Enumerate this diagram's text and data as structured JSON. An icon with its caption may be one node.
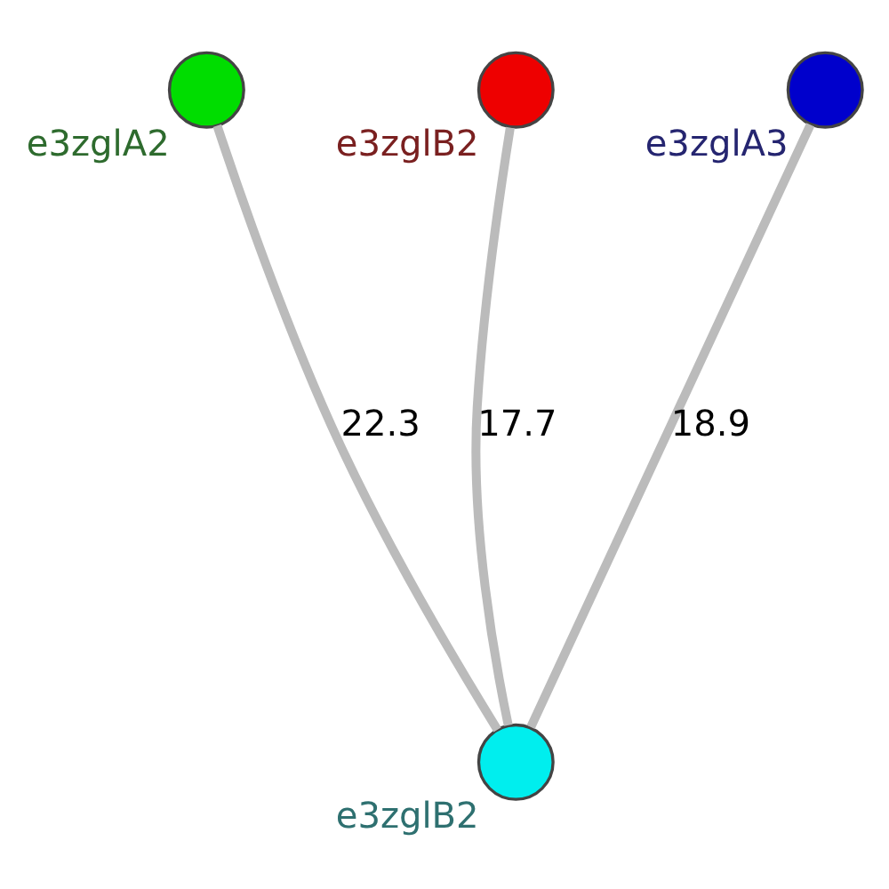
{
  "diagram": {
    "nodes": [
      {
        "text": [],
        "shape": "circle",
        "beside": [
          "e3zglA2"
        ]
      },
      {
        "text": [],
        "shape": "circle",
        "beside": [
          "e3zglB2"
        ]
      },
      {
        "text": [],
        "shape": "circle",
        "beside": [
          "e3zglB2"
        ]
      },
      {
        "text": [],
        "shape": "circle",
        "beside": [
          "e3zglA3"
        ]
      }
    ],
    "edges": [
      {
        "from": 2,
        "to": 1,
        "arrow": "none",
        "label": "17.7"
      },
      {
        "from": 2,
        "to": 0,
        "arrow": "none",
        "label": "22.3"
      },
      {
        "from": 2,
        "to": 3,
        "arrow": "none",
        "label": "18.9"
      }
    ]
  }
}
